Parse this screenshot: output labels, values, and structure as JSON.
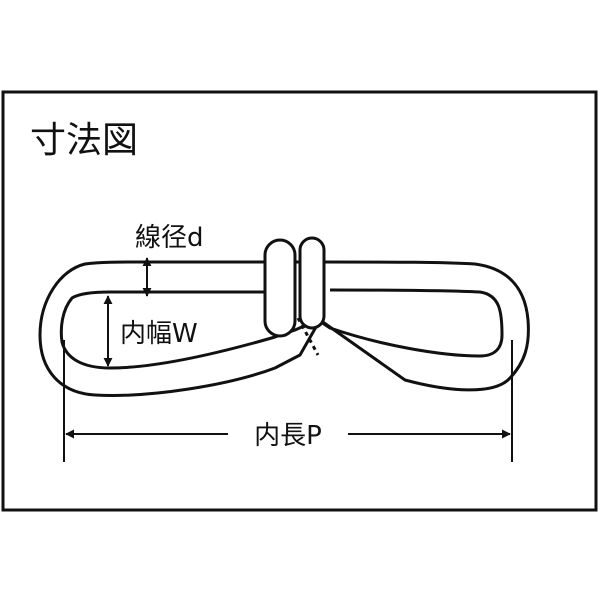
{
  "title": "寸法図",
  "labels": {
    "wire_diameter": "線径d",
    "inner_width": "内幅W",
    "inner_length": "内長P"
  },
  "colors": {
    "line": "#111111",
    "background": "#ffffff"
  }
}
